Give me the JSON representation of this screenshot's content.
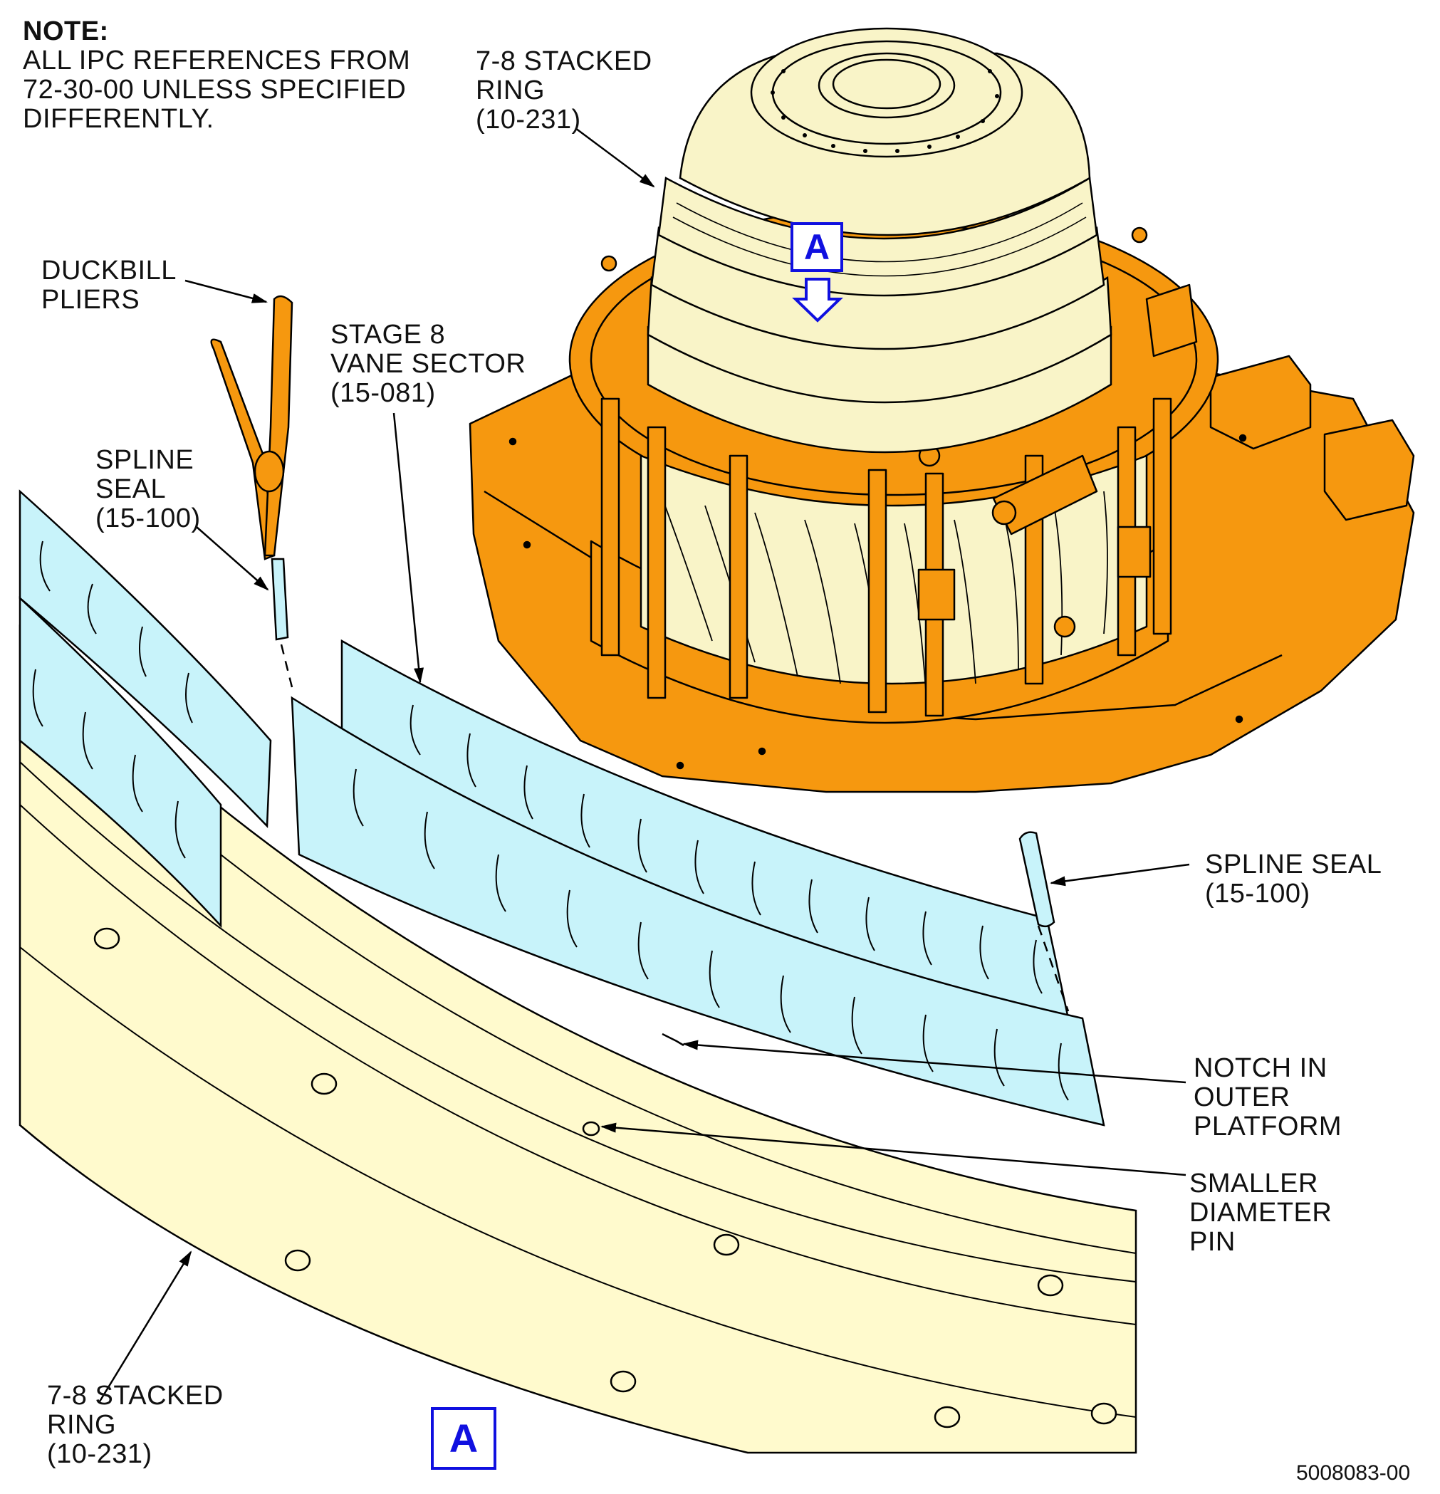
{
  "note": {
    "heading": "NOTE:",
    "lines": [
      "ALL IPC REFERENCES FROM",
      "72-30-00 UNLESS SPECIFIED",
      "DIFFERENTLY."
    ]
  },
  "labels": {
    "stacked_ring_top": [
      "7-8 STACKED",
      "RING",
      "(10-231)"
    ],
    "duckbill_pliers": [
      "DUCKBILL",
      "PLIERS"
    ],
    "stage8_vane_sector": [
      "STAGE 8",
      "VANE SECTOR",
      "(15-081)"
    ],
    "spline_seal_left": [
      "SPLINE",
      "SEAL",
      "(15-100)"
    ],
    "spline_seal_right": [
      "SPLINE SEAL",
      "(15-100)"
    ],
    "notch_outer_platform": [
      "NOTCH IN",
      "OUTER",
      "PLATFORM"
    ],
    "smaller_diameter_pin": [
      "SMALLER",
      "DIAMETER",
      "PIN"
    ],
    "stacked_ring_bottom": [
      "7-8 STACKED",
      "RING",
      "(10-231)"
    ]
  },
  "view_marker": "A",
  "figure_id": "5008083-00",
  "colors": {
    "fixture_orange": "#F6980F",
    "ring_cream": "#FFFACD",
    "engine_cream": "#F9F4C8",
    "vane_blue": "#C8F3FA",
    "view_blue": "#1010E0",
    "outline": "#000000"
  }
}
